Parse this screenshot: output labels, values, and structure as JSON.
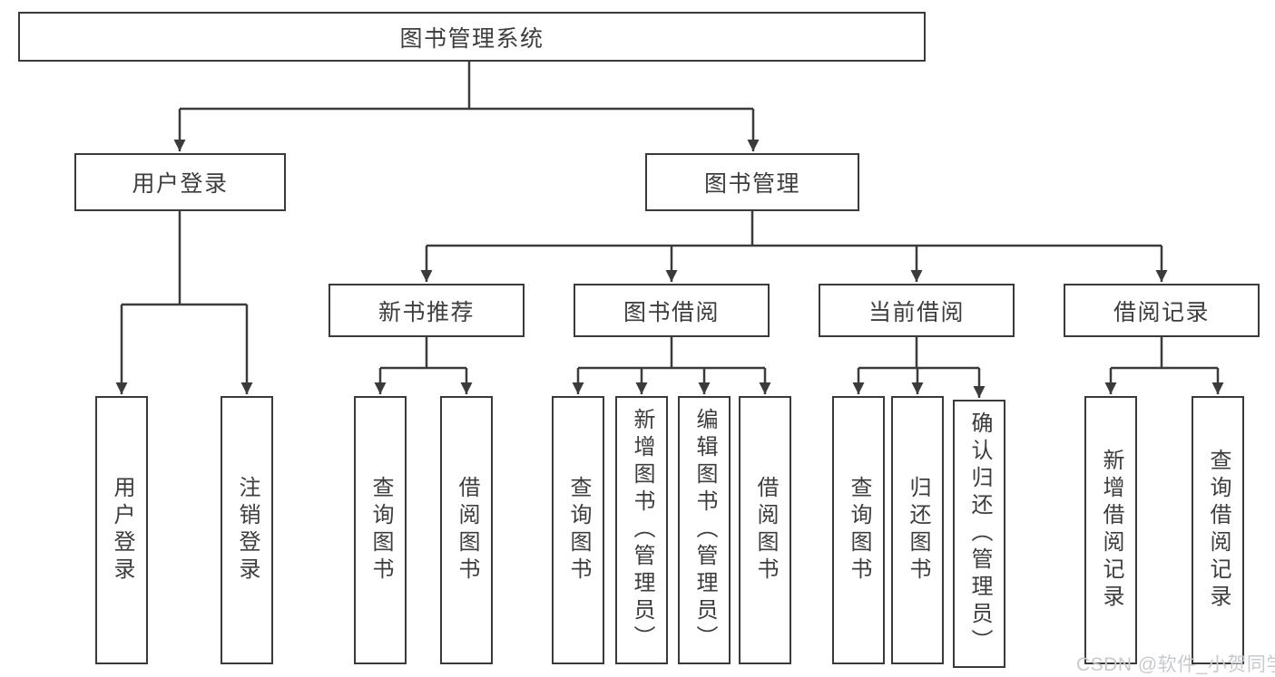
{
  "tree": {
    "label": "图书管理系统",
    "children": [
      {
        "label": "用户登录",
        "children": [
          {
            "label": "用户登录"
          },
          {
            "label": "注销登录"
          }
        ]
      },
      {
        "label": "图书管理",
        "children": [
          {
            "label": "新书推荐",
            "children": [
              {
                "label": "查询图书"
              },
              {
                "label": "借阅图书"
              }
            ]
          },
          {
            "label": "图书借阅",
            "children": [
              {
                "label": "查询图书"
              },
              {
                "label": "新增图书（管理员）"
              },
              {
                "label": "编辑图书（管理员）"
              },
              {
                "label": "借阅图书"
              }
            ]
          },
          {
            "label": "当前借阅",
            "children": [
              {
                "label": "查询图书"
              },
              {
                "label": "归还图书"
              },
              {
                "label": "确认归还（管理员）"
              }
            ]
          },
          {
            "label": "借阅记录",
            "children": [
              {
                "label": "新增借阅记录"
              },
              {
                "label": "查询借阅记录"
              }
            ]
          }
        ]
      }
    ]
  },
  "watermark": {
    "text": "CSDN @软件_小贺同学"
  },
  "colors": {
    "line": "#3b3b3b",
    "box_border": "#3a3a3a",
    "text": "#3d3d3d",
    "watermark": "#c6cacf",
    "background": "#ffffff"
  }
}
